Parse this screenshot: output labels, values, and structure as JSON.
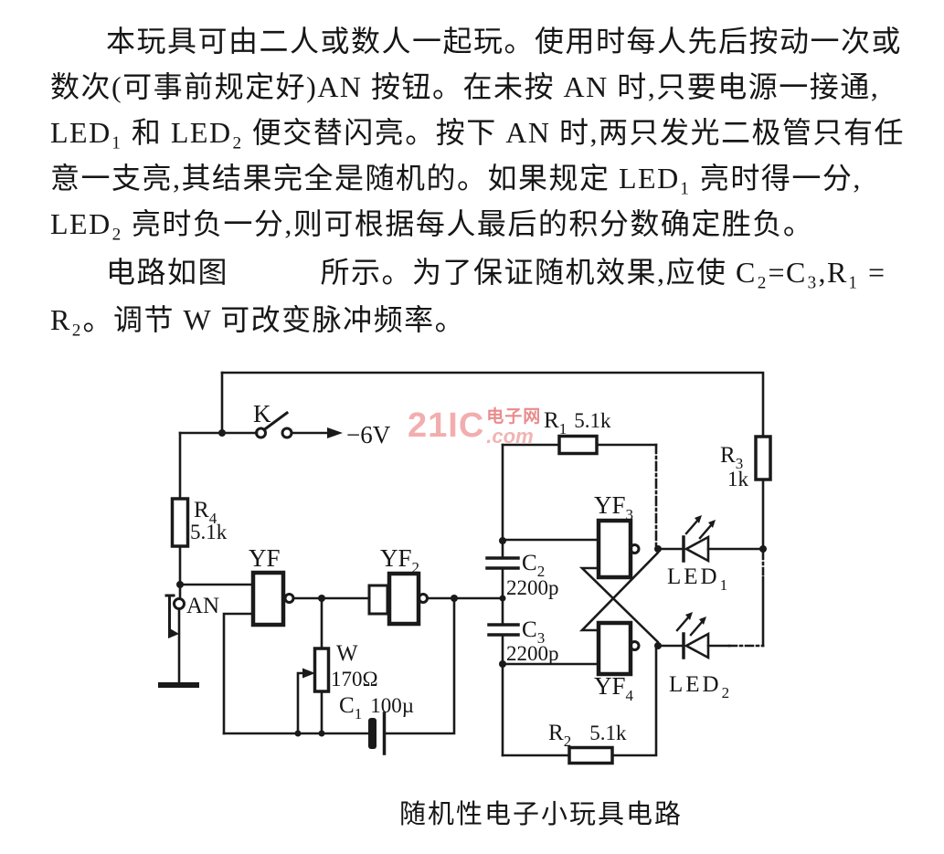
{
  "ink_color": "#1a1a1a",
  "text": {
    "lines": [
      "本玩具可由二人或数人一起玩。使用时每人先后按动一次或",
      "数次(可事前规定好)AN 按钮。在未按 AN 时,只要电源一接通,",
      "LED₁ 和 LED₂ 便交替闪亮。按下 AN 时,两只发光二极管只有任",
      "意一支亮,其结果完全是随机的。如果规定 LED₁ 亮时得一分,",
      "LED₂ 亮时负一分,则可根据每人最后的积分数确定胜负。",
      "电路如图　　　所示。为了保证随机效果,应使 C₂=C₃,R₁ =",
      "R₂。调节 W 可改变脉冲频率。"
    ]
  },
  "watermark": {
    "brand": "21IC",
    "cn": "电子网",
    "com": ".com",
    "brand_color": "#f2aeae",
    "cn_color": "#e98c8c"
  },
  "schematic": {
    "power": "−6V",
    "k": "K",
    "an": "AN",
    "r1": {
      "sym": "R",
      "sub": "1",
      "val": "5.1k"
    },
    "r2": {
      "sym": "R",
      "sub": "2",
      "val": "5.1k"
    },
    "r3": {
      "sym": "R",
      "sub": "3",
      "val": "1k"
    },
    "r4": {
      "sym": "R",
      "sub": "4",
      "val": "5.1k"
    },
    "w": {
      "sym": "W",
      "val": "170Ω"
    },
    "c1": {
      "sym": "C",
      "sub": "1",
      "val": "100µ"
    },
    "c2": {
      "sym": "C",
      "sub": "2",
      "val": "2200p"
    },
    "c3": {
      "sym": "C",
      "sub": "3",
      "val": "2200p"
    },
    "yf1": {
      "sym": "YF",
      "sub": ""
    },
    "yf2": {
      "sym": "YF",
      "sub": "2"
    },
    "yf3": {
      "sym": "YF",
      "sub": "3"
    },
    "yf4": {
      "sym": "YF",
      "sub": "4"
    },
    "led1": {
      "sym": "LED",
      "sub": "1"
    },
    "led2": {
      "sym": "LED",
      "sub": "2"
    }
  },
  "caption": "随机性电子小玩具电路"
}
